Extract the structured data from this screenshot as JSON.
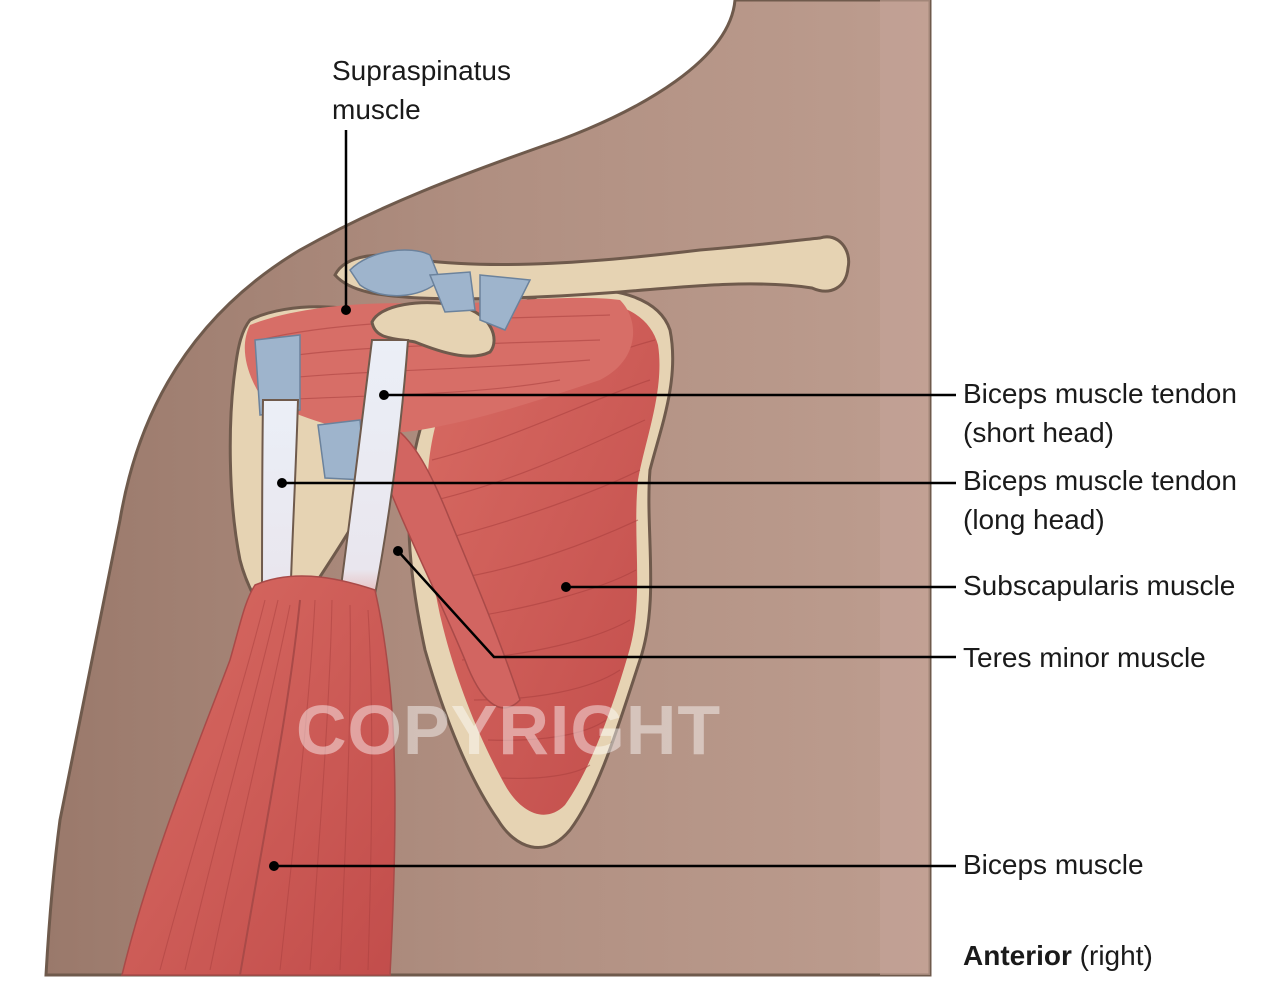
{
  "labels": {
    "supraspinatus": [
      "Supraspinatus",
      "muscle"
    ],
    "biceps_short": [
      "Biceps muscle tendon",
      "(short head)"
    ],
    "biceps_long": [
      "Biceps muscle tendon",
      "(long head)"
    ],
    "subscapularis": "Subscapularis muscle",
    "teres_minor": "Teres minor muscle",
    "biceps": "Biceps muscle",
    "view_bold": "Anterior",
    "view_rest": " (right)"
  },
  "watermark": "COPYRIGHT",
  "colors": {
    "skin": "#b8978a",
    "skin_dark": "#8e6f62",
    "outline": "#6f5a4c",
    "bone": "#e6d3b3",
    "muscle": "#c8504f",
    "muscle_light": "#e07e76",
    "tendon": "#dde4ef",
    "ligament": "#9eb4cc",
    "leader": "#000000"
  }
}
